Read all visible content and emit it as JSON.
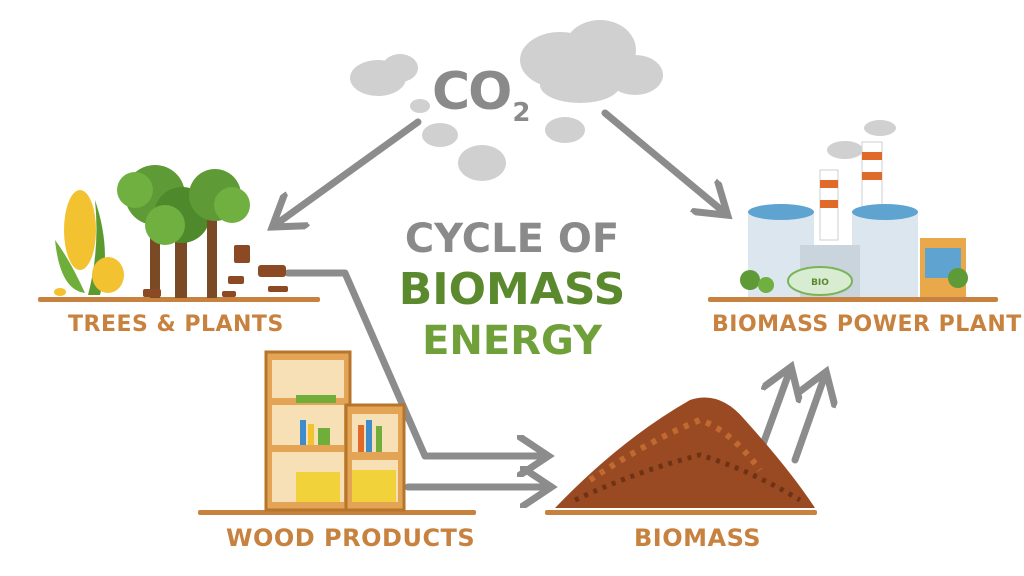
{
  "co2": {
    "main": "CO",
    "sub": "2"
  },
  "title": {
    "line1": "CYCLE OF",
    "line2": "BIOMASS",
    "line3": "ENERGY"
  },
  "nodes": {
    "trees": "TREES & PLANTS",
    "plant": "BIOMASS POWER PLANT",
    "wood": "WOOD PRODUCTS",
    "biomass": "BIOMASS",
    "bio_tank": "BIO"
  },
  "colors": {
    "label": "#c8823f",
    "title_gray": "#8a8a8a",
    "title_green": "#5b8a2e",
    "arrow": "#8c8c8c",
    "cloud": "#d0d0d0"
  },
  "icons": [
    "cloud-icon",
    "corn-icon",
    "tree-icon",
    "stump-icon",
    "factory-icon",
    "bookshelf-icon",
    "biomass-pile-icon"
  ]
}
